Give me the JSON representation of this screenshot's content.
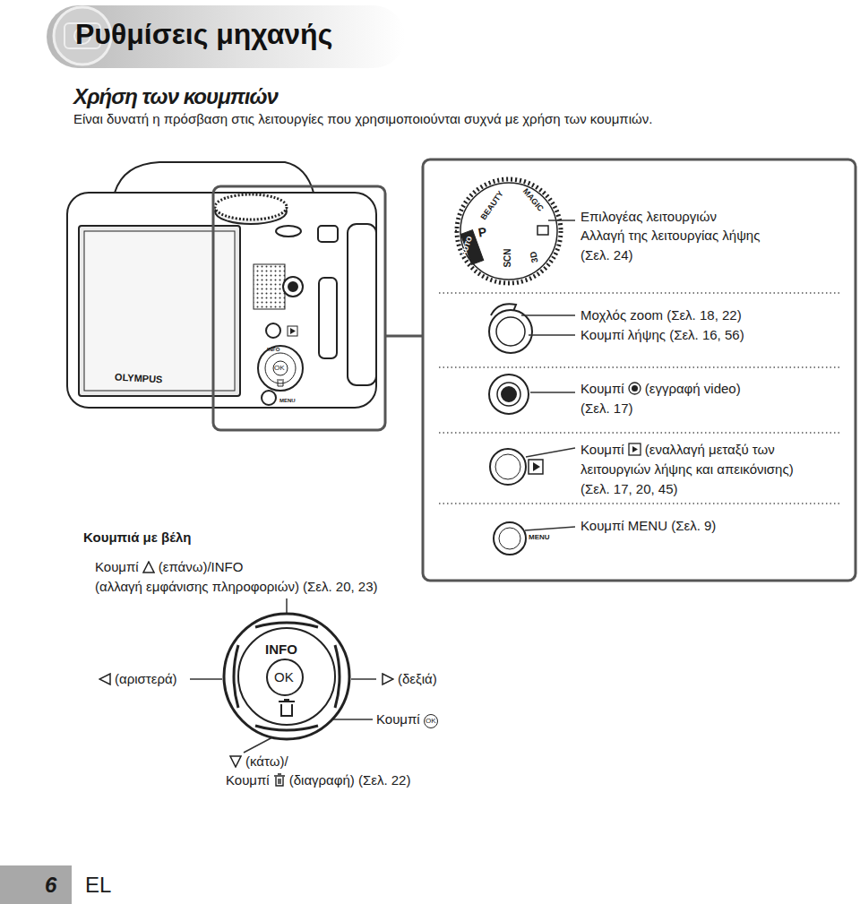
{
  "diagram": {
    "title": "Ρυθμίσεις μηχανής",
    "labels": [
      "Χρήση των κουμπιών",
      "Είναι δυνατή η πρόσβαση στις λειτουργίες που χρησιμοποιούνται συχνά με χρήση των κουμπιών.",
      "OLYMPUS",
      "INFO",
      "OK",
      "MENU",
      "P",
      "BEAUTY",
      "MAGIC",
      "AUTO",
      "SCN",
      "3D",
      "Επιλογέας λειτουργιών",
      "Αλλαγή της λειτουργίας λήψης",
      "(Σελ. 24)",
      "Μοχλός zoom (Σελ. 18, 22)",
      "Κουμπί λήψης (Σελ. 16, 56)",
      "Κουμπί",
      "(εγγραφή video)",
      "(Σελ. 17)",
      "Κουμπί",
      "(εναλλαγή μεταξύ των",
      "λειτουργιών λήψης και απεικόνισης)",
      "(Σελ. 17, 20, 45)",
      "MENU",
      "Κουμπί MENU (Σελ. 9)",
      "Κουμπιά με βέλη",
      "Κουμπί",
      "(επάνω)/INFO",
      "(αλλαγή εμφάνισης πληροφοριών) (Σελ. 20, 23)",
      "INFO",
      "OK",
      "(αριστερά)",
      "(δεξιά)",
      "Κουμπί",
      "OK",
      "(κάτω)/",
      "Κουμπί",
      "(διαγραφή) (Σελ. 22)",
      "6",
      "EL"
    ]
  }
}
